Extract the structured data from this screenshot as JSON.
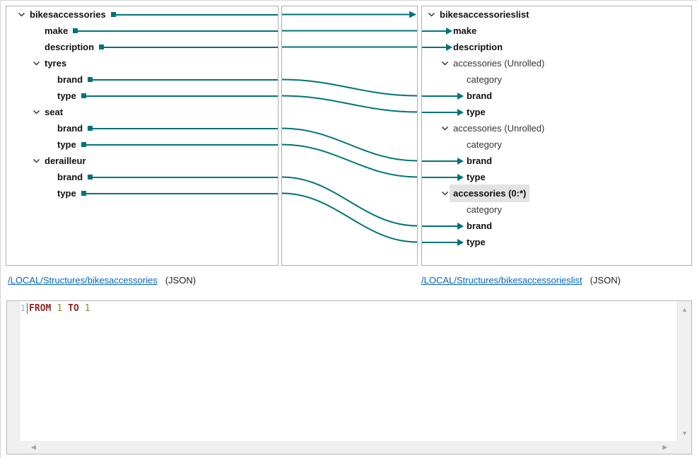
{
  "colors": {
    "mapping_teal": "#00737a",
    "panel_border": "#adadad",
    "selected_node_bg": "#e2e2e2",
    "link_blue": "#0563c1",
    "keyword_red": "#8f2727",
    "number_olive": "#8c8c21",
    "line_number_gray": "#a9aeb2",
    "scrollbar_track": "#f0f0f0"
  },
  "source_tree": {
    "nodes": [
      {
        "label": "bikesaccessories",
        "level": 0,
        "bold": true,
        "expandable": true,
        "mapped": true
      },
      {
        "label": "make",
        "level": 1,
        "bold": true,
        "mapped": true
      },
      {
        "label": "description",
        "level": 1,
        "bold": true,
        "mapped": true
      },
      {
        "label": "tyres",
        "level": 1,
        "bold": true,
        "expandable": true
      },
      {
        "label": "brand",
        "level": 2,
        "bold": true,
        "mapped": true
      },
      {
        "label": "type",
        "level": 2,
        "bold": true,
        "mapped": true
      },
      {
        "label": "seat",
        "level": 1,
        "bold": true,
        "expandable": true
      },
      {
        "label": "brand",
        "level": 2,
        "bold": true,
        "mapped": true
      },
      {
        "label": "type",
        "level": 2,
        "bold": true,
        "mapped": true
      },
      {
        "label": "derailleur",
        "level": 1,
        "bold": true,
        "expandable": true
      },
      {
        "label": "brand",
        "level": 2,
        "bold": true,
        "mapped": true
      },
      {
        "label": "type",
        "level": 2,
        "bold": true,
        "mapped": true
      }
    ]
  },
  "target_tree": {
    "nodes": [
      {
        "label": "bikesaccessorieslist",
        "level": 0,
        "bold": true,
        "expandable": true
      },
      {
        "label": "make",
        "level": 1,
        "bold": true,
        "arrow": true
      },
      {
        "label": "description",
        "level": 1,
        "bold": true,
        "arrow": true
      },
      {
        "label": "accessories (Unrolled)",
        "level": 1,
        "expandable": true
      },
      {
        "label": "category",
        "level": 2
      },
      {
        "label": "brand",
        "level": 2,
        "bold": true,
        "arrow": true
      },
      {
        "label": "type",
        "level": 2,
        "bold": true,
        "arrow": true
      },
      {
        "label": "accessories (Unrolled)",
        "level": 1,
        "expandable": true
      },
      {
        "label": "category",
        "level": 2
      },
      {
        "label": "brand",
        "level": 2,
        "bold": true,
        "arrow": true
      },
      {
        "label": "type",
        "level": 2,
        "bold": true,
        "arrow": true
      },
      {
        "label": "accessories (0:*)",
        "level": 1,
        "bold": true,
        "expandable": true,
        "selected": true
      },
      {
        "label": "category",
        "level": 2
      },
      {
        "label": "brand",
        "level": 2,
        "bold": true,
        "arrow": true
      },
      {
        "label": "type",
        "level": 2,
        "bold": true,
        "arrow": true
      }
    ]
  },
  "mappings": [
    {
      "from_row": 0,
      "to_row": 0,
      "type": "root-arrow"
    },
    {
      "from_row": 1,
      "to_row": 1,
      "type": "line"
    },
    {
      "from_row": 2,
      "to_row": 2,
      "type": "line"
    },
    {
      "from_row": 4,
      "to_row": 5,
      "type": "curve"
    },
    {
      "from_row": 5,
      "to_row": 6,
      "type": "curve"
    },
    {
      "from_row": 7,
      "to_row": 9,
      "type": "curve"
    },
    {
      "from_row": 8,
      "to_row": 10,
      "type": "curve"
    },
    {
      "from_row": 10,
      "to_row": 13,
      "type": "curve"
    },
    {
      "from_row": 11,
      "to_row": 14,
      "type": "curve"
    }
  ],
  "source_link": {
    "path": "/LOCAL/Structures/bikesaccessories",
    "format": "(JSON)"
  },
  "target_link": {
    "path": "/LOCAL/Structures/bikesaccessorieslist",
    "format": "(JSON)"
  },
  "editor": {
    "line_number": "1",
    "code_text": "FROM 1 TO 1",
    "tokens": [
      {
        "text": "FROM",
        "type": "keyword"
      },
      {
        "text": "1",
        "type": "number"
      },
      {
        "text": "TO",
        "type": "keyword"
      },
      {
        "text": "1",
        "type": "number"
      }
    ]
  },
  "scrollbar_icons": {
    "up": "▲",
    "down": "▼",
    "left": "◀",
    "right": "▶"
  }
}
